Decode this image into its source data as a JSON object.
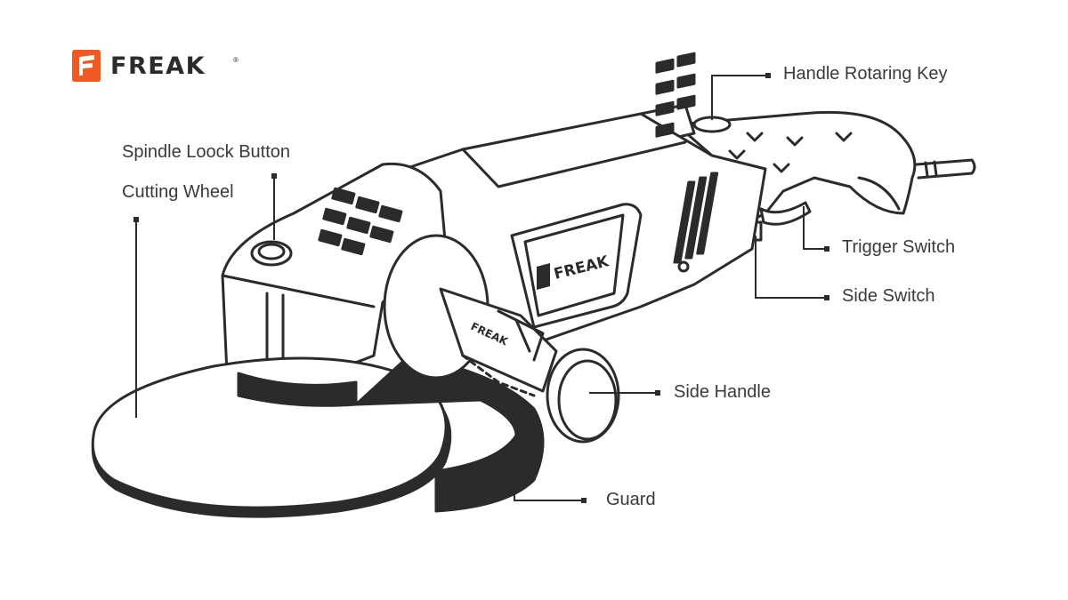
{
  "brand": {
    "name": "FREAK",
    "registered_mark": "®",
    "accent_color": "#f05a22",
    "logo_icon": "freak-logo-icon"
  },
  "tool_badges": {
    "body_text": "FREAK",
    "handle_text": "FREAK"
  },
  "labels": {
    "handle_rotaring_key": "Handle Rotaring Key",
    "spindle_lock_button": "Spindle Loock Button",
    "cutting_wheel": "Cutting Wheel",
    "trigger_switch": "Trigger Switch",
    "side_switch": "Side Switch",
    "side_handle": "Side Handle",
    "guard": "Guard"
  },
  "colors": {
    "line": "#2b2b2b",
    "fill_dark": "#2b2b2b",
    "text": "#3a3a3a"
  }
}
